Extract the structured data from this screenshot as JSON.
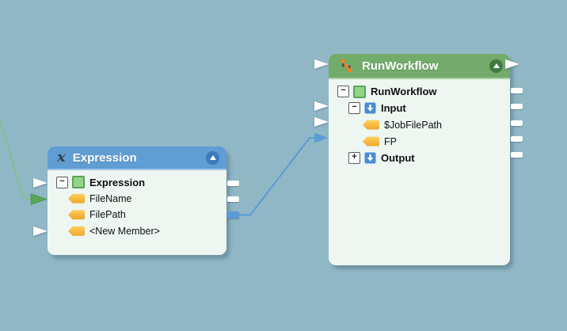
{
  "canvas": {
    "background_color": "#90B7C6"
  },
  "edges": {
    "green_edge": {
      "color": "#57A757",
      "from": "off-canvas-left",
      "to": "Expression.FileName"
    },
    "blue_edge": {
      "color": "#5B9BD5",
      "from": "Expression.FilePath",
      "to": "RunWorkflow.FP"
    }
  },
  "nodes": {
    "expression": {
      "title": "Expression",
      "header_color": "#5F9DD2",
      "header_icon": "script-x-icon",
      "collapse_icon": "collapse-up-icon",
      "rows": [
        {
          "expander": "−",
          "icon": "component-square-icon",
          "label": "Expression"
        },
        {
          "icon": "member-tag-icon",
          "label": "FileName"
        },
        {
          "icon": "member-tag-icon",
          "label": "FilePath"
        },
        {
          "icon": "member-tag-icon",
          "label": "<New Member>"
        }
      ]
    },
    "runworkflow": {
      "title": "RunWorkflow",
      "header_color": "#72AB6A",
      "header_icon": "workflow-icon",
      "collapse_icon": "collapse-up-icon",
      "rows": [
        {
          "expander": "−",
          "icon": "component-square-icon",
          "label": "RunWorkflow"
        },
        {
          "expander": "−",
          "icon": "port-group-icon",
          "label": "Input"
        },
        {
          "icon": "member-tag-icon",
          "label": "$JobFilePath"
        },
        {
          "icon": "member-tag-icon",
          "label": "FP"
        },
        {
          "expander": "+",
          "icon": "port-group-icon",
          "label": "Output"
        }
      ]
    }
  }
}
